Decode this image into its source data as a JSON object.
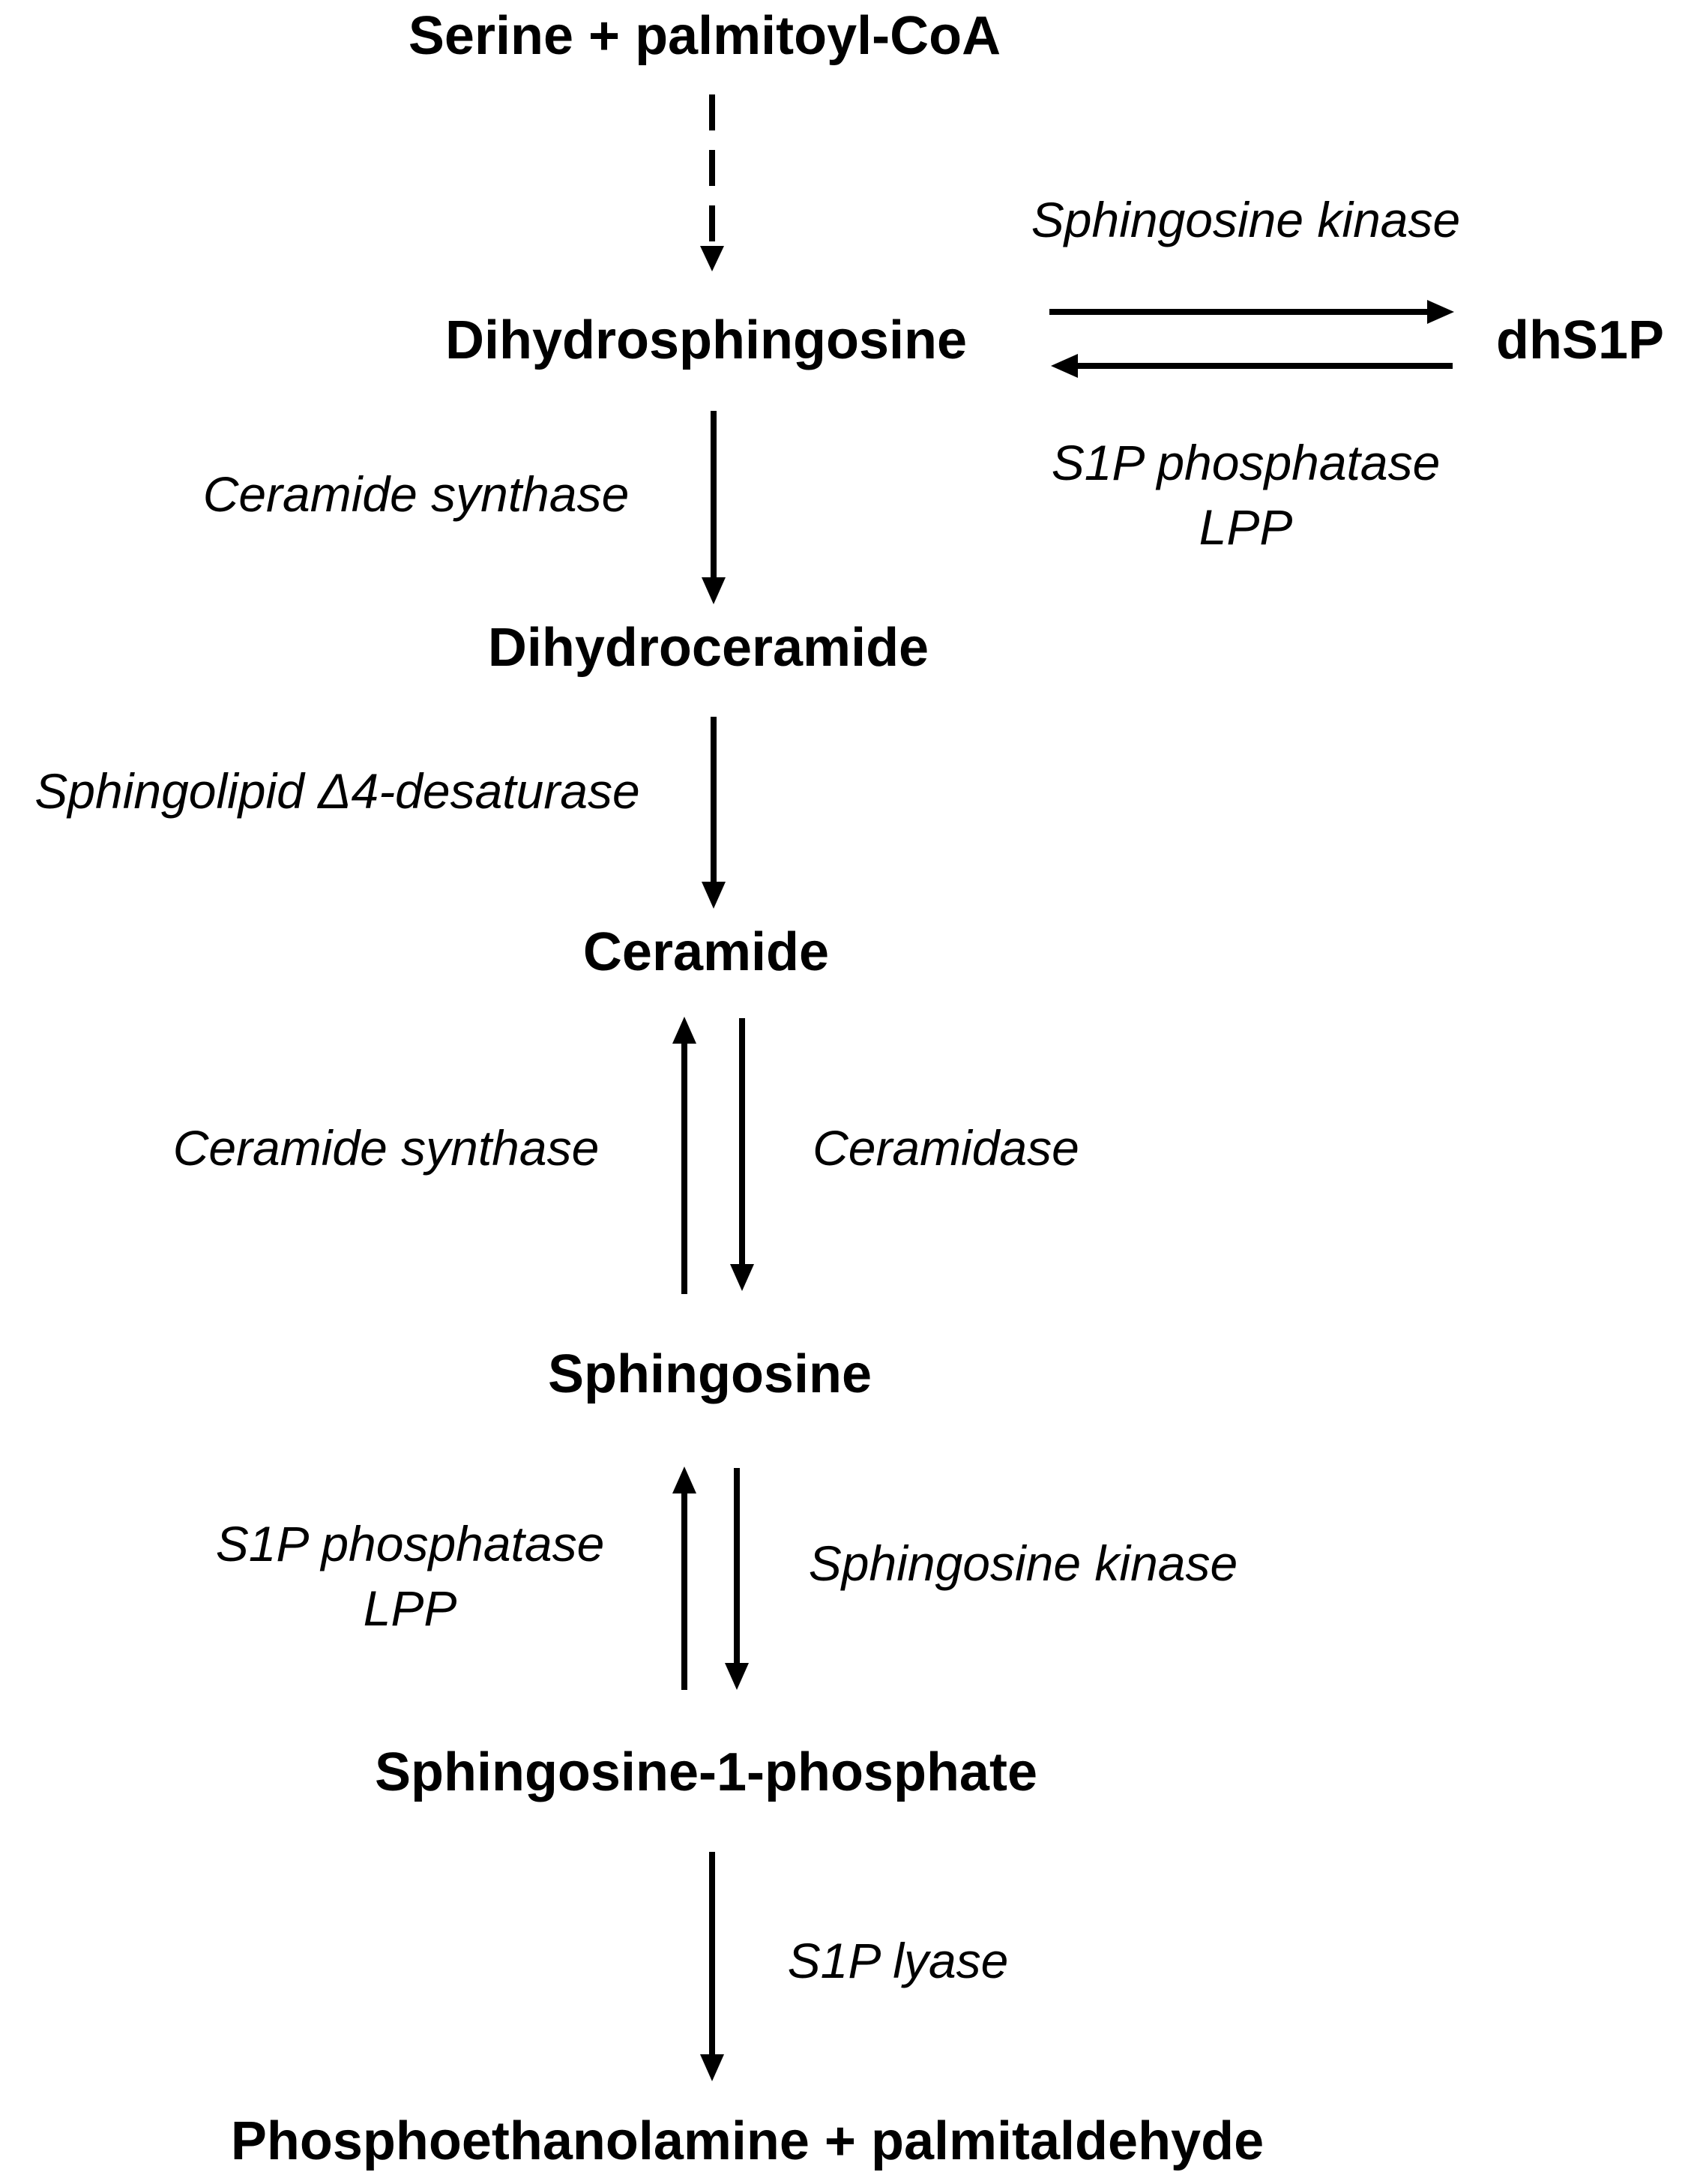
{
  "nodes": {
    "serine_palmitoyl_coa": "Serine + palmitoyl-CoA",
    "dihydrosphingosine": "Dihydrosphingosine",
    "dhs1p": "dhS1P",
    "dihydroceramide": "Dihydroceramide",
    "ceramide": "Ceramide",
    "sphingosine": "Sphingosine",
    "sphingosine_1_phosphate": "Sphingosine-1-phosphate",
    "phosphoethanolamine_palmitaldehyde": "Phosphoethanolamine + palmitaldehyde"
  },
  "enzymes": {
    "sphingosine_kinase_top": "Sphingosine kinase",
    "s1p_phosphatase_top": "S1P phosphatase",
    "lpp_top": "LPP",
    "ceramide_synthase_1": "Ceramide synthase",
    "desaturase": "Sphingolipid Δ4-desaturase",
    "ceramide_synthase_2": "Ceramide synthase",
    "ceramidase": "Ceramidase",
    "s1p_phosphatase_bottom": "S1P phosphatase",
    "lpp_bottom": "LPP",
    "sphingosine_kinase_bottom": "Sphingosine kinase",
    "s1p_lyase": "S1P lyase"
  },
  "colors": {
    "ink": "#000000",
    "background": "#ffffff"
  }
}
